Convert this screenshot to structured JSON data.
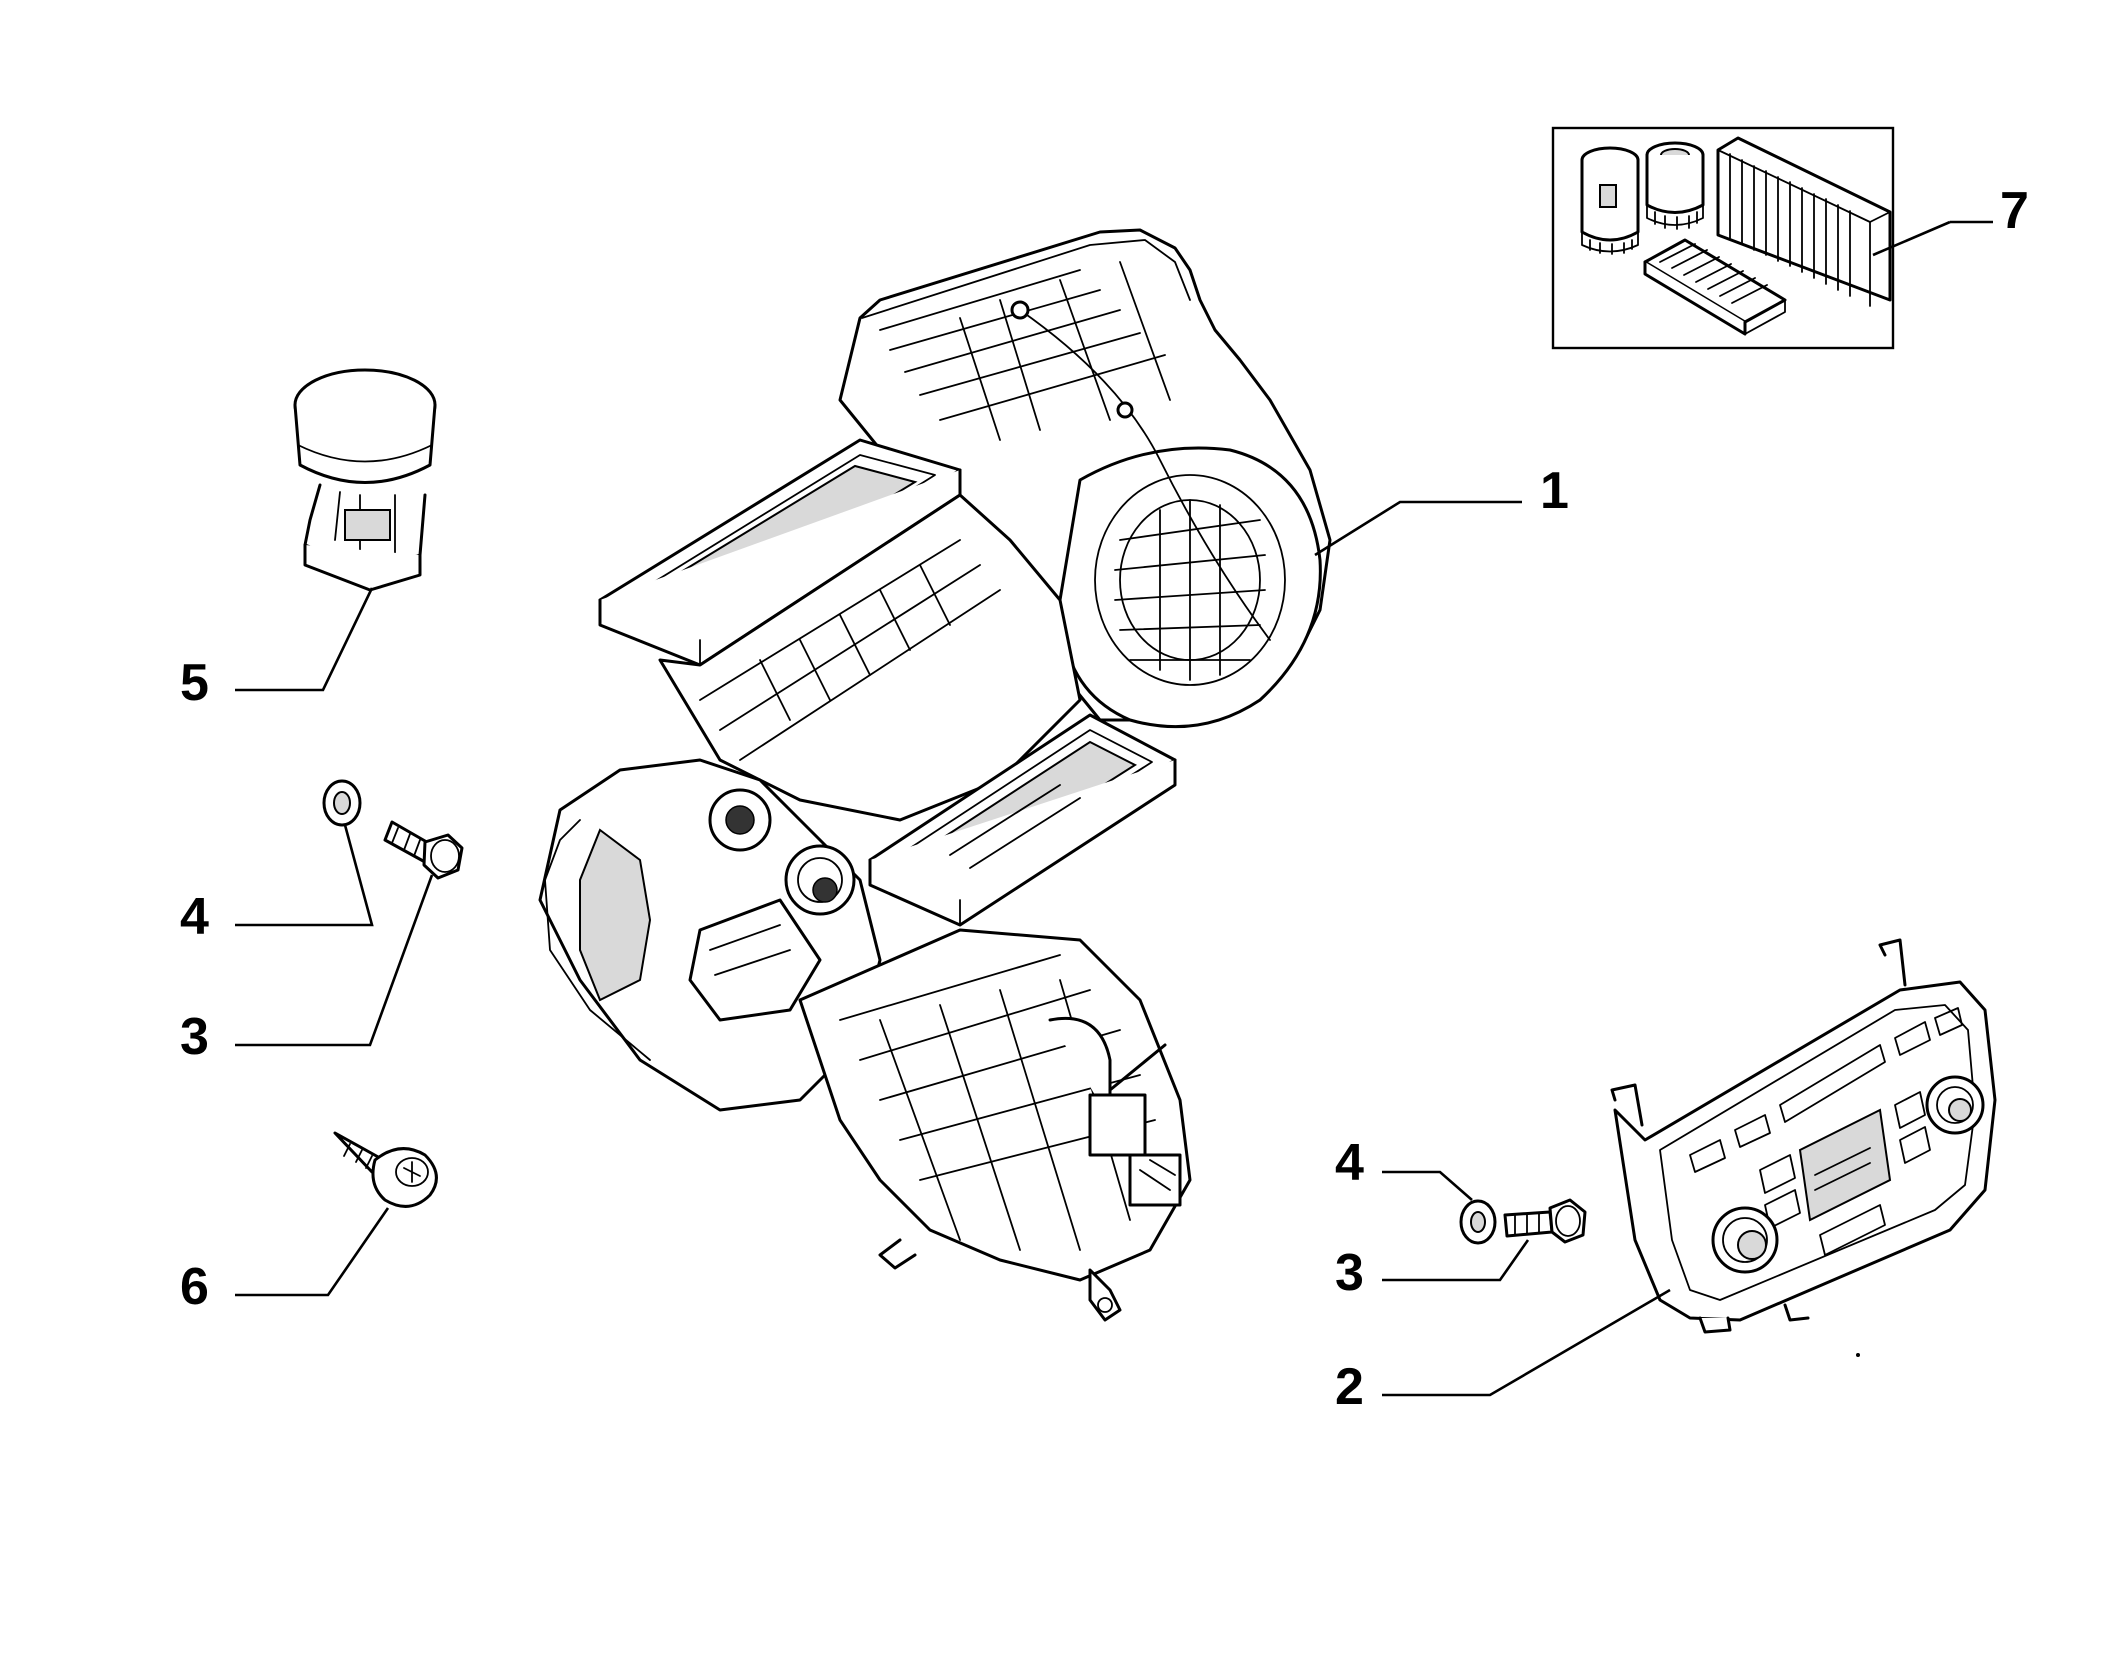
{
  "callouts": {
    "part_1": "1",
    "part_2": "2",
    "part_3_left": "3",
    "part_3_right": "3",
    "part_4_left": "4",
    "part_4_right": "4",
    "part_5": "5",
    "part_6": "6",
    "part_7": "7"
  },
  "icons": {
    "heater_unit": "hvac-heater-assembly-icon",
    "control_panel": "climate-control-panel-icon",
    "sensor": "sensor-icon",
    "screw": "screw-icon",
    "bolt": "bolt-icon",
    "washer": "washer-icon",
    "filter_kit": "filter-kit-icon"
  }
}
